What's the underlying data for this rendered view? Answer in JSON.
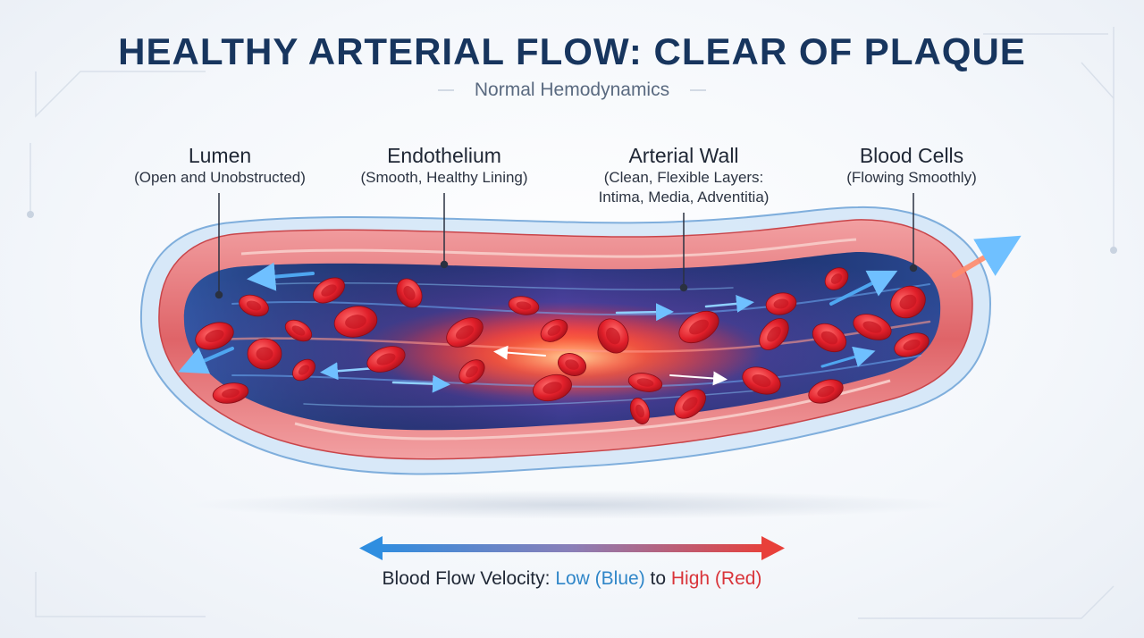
{
  "title": "HEALTHY ARTERIAL FLOW: CLEAR OF PLAQUE",
  "subtitle": "Normal Hemodynamics",
  "callouts": {
    "lumen": {
      "head": "Lumen",
      "sub": [
        "(Open and Unobstructed)"
      ]
    },
    "endothelium": {
      "head": "Endothelium",
      "sub": [
        "(Smooth, Healthy Lining)"
      ]
    },
    "arterial_wall": {
      "head": "Arterial Wall",
      "sub": [
        "(Clean, Flexible Layers:",
        "Intima, Media, Adventitia)"
      ]
    },
    "blood_cells": {
      "head": "Blood Cells",
      "sub": [
        "(Flowing Smoothly)"
      ]
    }
  },
  "legend": {
    "prefix": "Blood Flow Velocity: ",
    "low": "Low (Blue)",
    "middle": " to ",
    "high": "High (Red)"
  },
  "colors": {
    "title": "#17355e",
    "low_velocity": "#2f86c8",
    "high_velocity": "#d9343a",
    "wall": "#e06a6e",
    "lumen": "#2c3a86"
  }
}
